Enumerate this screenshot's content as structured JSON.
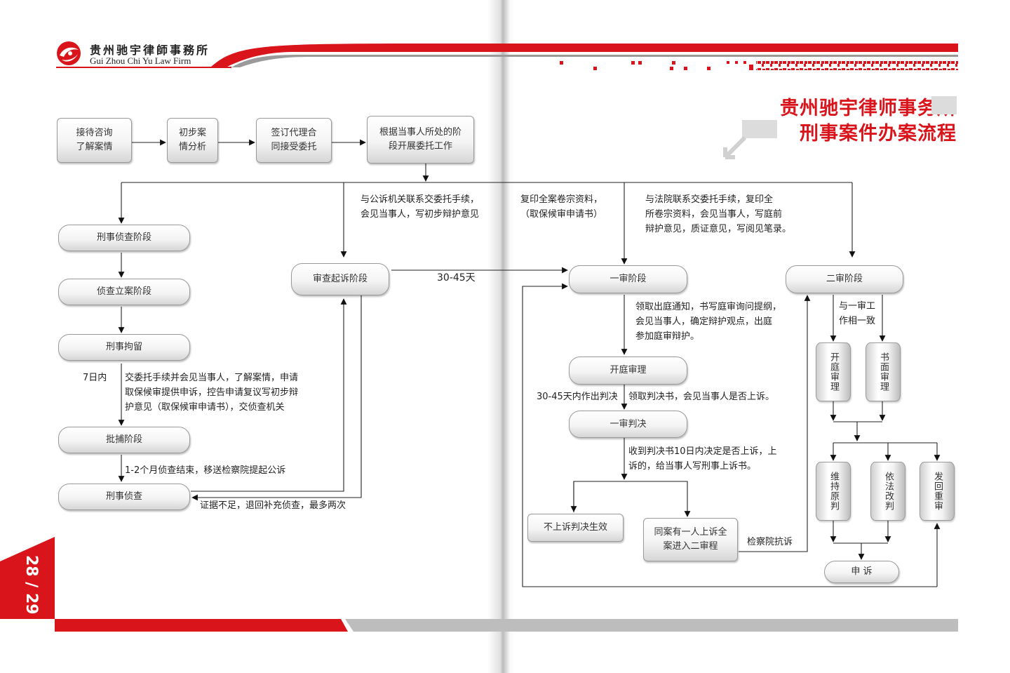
{
  "brand": {
    "name_cn": "贵州驰宇律師事務所",
    "name_en": "Gui Zhou Chi Yu Law Firm",
    "red": "#d9141b"
  },
  "title": {
    "line1": "贵州驰宇律师事务所",
    "line2": "刑事案件办案流程"
  },
  "page_number": "28 / 29",
  "top_row": [
    "接待咨询\n了解案情",
    "初步案\n情分析",
    "签订代理合\n同接受委托",
    "根据当事人所处的阶\n段开展委托工作"
  ],
  "investigation": {
    "stages": [
      "刑事侦查阶段",
      "侦查立案阶段",
      "刑事拘留",
      "批捕阶段",
      "刑事侦查"
    ],
    "detention_days": "7日内",
    "detention_note": "交委托手续并会见当事人，了解案情，申请\n取保候审提供申诉，控告申请复议写初步辩\n护意见（取保候审申请书），交侦查机关",
    "arrest_note": "1-2个月侦查结束，移送检察院提起公诉",
    "return_note": "证据不足，退回补充侦查，最多两次"
  },
  "prosecution": {
    "stage": "审查起诉阶段",
    "note": "与公诉机关联系交委托手续，\n会见当事人，写初步辩护意见",
    "days": "30-45天"
  },
  "first_instance": {
    "files_note": "复印全案卷宗资料，\n（取保候审申请书）",
    "court_note": "与法院联系交委托手续，复印全\n所卷宗资料，会见当事人，写庭前\n辩护意见，质证意见，写阅见笔录。",
    "stage": "一审阶段",
    "hearing_prep": "领取出庭通知，书写庭审询问提纲，\n会见当事人，确定辩护观点，出庭\n参加庭审辩护。",
    "trial": "开庭审理",
    "judgment_days": "30-45天内作出判决",
    "judgment_note": "领取判决书，会见当事人是否上诉。",
    "judgment": "一审判决",
    "appeal_note": "收到判决书10日内决定是否上诉，上\n诉的，给当事人写刑事上诉书。",
    "no_appeal": "不上诉判决生效",
    "appeal": "同案有一人上诉全\n案进入二审程",
    "protest": "检察院抗诉"
  },
  "second_instance": {
    "stage": "二审阶段",
    "same_note": "与一审工\n作相一致",
    "hearing_types": [
      "开庭审理",
      "书面审理"
    ],
    "results": [
      "维持原判",
      "依法改判",
      "发回重审"
    ],
    "petition": "申 诉"
  }
}
